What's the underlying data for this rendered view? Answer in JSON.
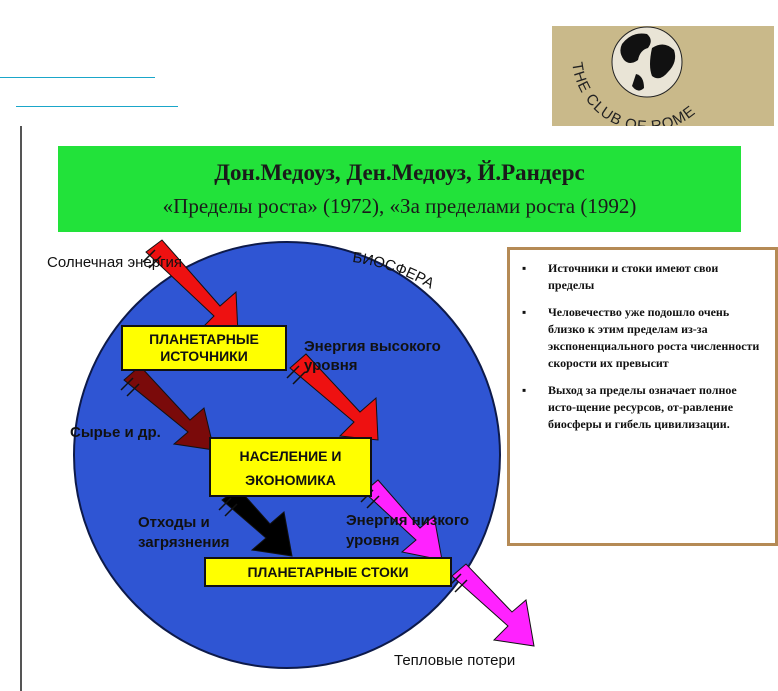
{
  "logo": {
    "text": "THE CLUB OF ROME"
  },
  "banner": {
    "authors": "Дон.Медоуз, Ден.Медоуз, Й.Рандерс",
    "books": "«Пределы роста» (1972), «За пределами роста (1992)"
  },
  "diagram": {
    "biosphere_label": "БИОСФЕРА",
    "solar_energy": "Солнечная энергия",
    "planetary_sources": [
      "ПЛАНЕТАРНЫЕ",
      "ИСТОЧНИКИ"
    ],
    "high_energy": [
      "Энергия высокого",
      "уровня"
    ],
    "raw_materials": "Сырье и др.",
    "population_economy": [
      "НАСЕЛЕНИЕ И",
      "ЭКОНОМИКА"
    ],
    "waste": [
      "Отходы и",
      "загрязнения"
    ],
    "low_energy": [
      "Энергия низкого",
      "уровня"
    ],
    "planetary_sinks": "ПЛАНЕТАРНЫЕ СТОКИ",
    "heat_losses": "Тепловые потери"
  },
  "bullets": [
    "Источники и стоки имеют свои пределы",
    "Человечество уже подошло очень близко к этим пределам из-за экспоненциального роста численности скорости их превысит",
    "Выход за пределы означает полное исто-щение ресурсов, от-равление биосферы и гибель цивилизации."
  ],
  "colors": {
    "biosphere": "#2f55d3",
    "banner": "#22e23a",
    "boxes": "#ffff00",
    "arrow_red": "#ee1111",
    "arrow_darkred": "#7a0a0a",
    "arrow_black": "#000000",
    "arrow_magenta": "#ff22ff"
  }
}
